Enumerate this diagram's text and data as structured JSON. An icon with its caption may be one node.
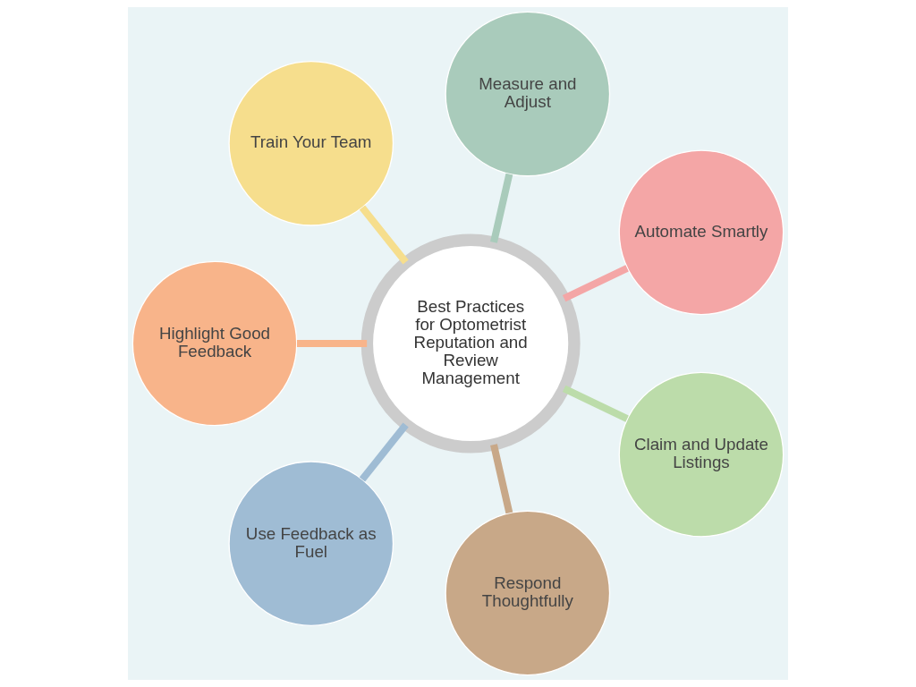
{
  "diagram": {
    "nodes": [
      {
        "text": [
          "Best Practices for Optometrist Reputation and Review Management"
        ]
      },
      {
        "text": [
          "Automate Smartly"
        ]
      },
      {
        "text": [
          "Measure and Adjust"
        ]
      },
      {
        "text": [
          "Train Your Team"
        ]
      },
      {
        "text": [
          "Highlight Good Feedback"
        ]
      },
      {
        "text": [
          "Use Feedback as Fuel"
        ]
      },
      {
        "text": [
          "Respond Thoughtfully"
        ]
      },
      {
        "text": [
          "Claim and Update Listings"
        ]
      }
    ],
    "edges": [
      {
        "from": 0,
        "to": 1,
        "arrow": "none",
        "color": "#f4a6a6"
      },
      {
        "from": 0,
        "to": 2,
        "arrow": "none",
        "color": "#a9cbbb"
      },
      {
        "from": 0,
        "to": 3,
        "arrow": "none",
        "color": "#f6de8d"
      },
      {
        "from": 0,
        "to": 4,
        "arrow": "none",
        "color": "#f8b48a"
      },
      {
        "from": 0,
        "to": 5,
        "arrow": "none",
        "color": "#9fbcd4"
      },
      {
        "from": 0,
        "to": 6,
        "arrow": "none",
        "color": "#c8a888"
      },
      {
        "from": 0,
        "to": 7,
        "arrow": "none",
        "color": "#bcdcaa"
      }
    ]
  }
}
